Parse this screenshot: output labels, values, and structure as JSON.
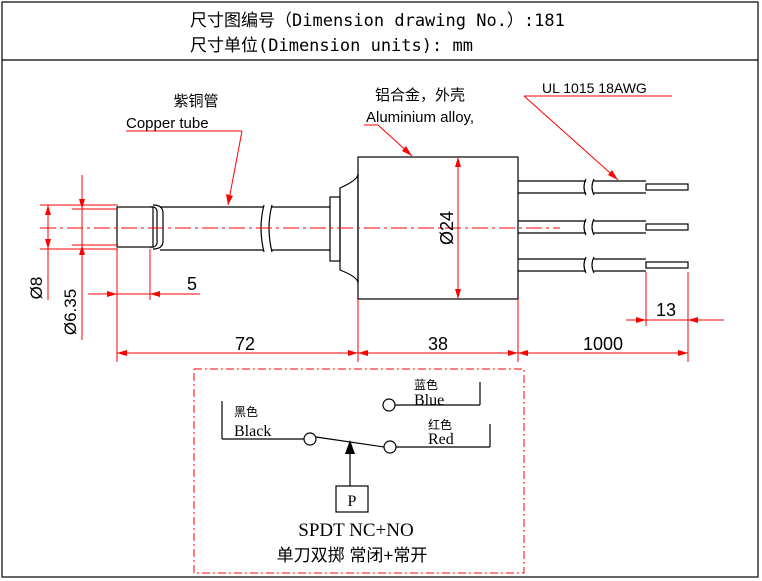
{
  "header": {
    "line1": "尺寸图编号（Dimension drawing No.）:181",
    "line2": "尺寸单位(Dimension units): mm"
  },
  "labels": {
    "copper_cn": "紫铜管",
    "copper_en": "Copper tube",
    "alloy_cn": "铝合金，外壳",
    "alloy_en": "Aluminium alloy,",
    "wire": "UL 1015 18AWG"
  },
  "dimensions": {
    "d8": "Ø8",
    "d635": "Ø6.35",
    "five": "5",
    "d24": "Ø24",
    "seventytwo": "72",
    "thirtyeight": "38",
    "thousand": "1000",
    "thirteen": "13"
  },
  "schematic": {
    "black_cn": "黑色",
    "black_en": "Black",
    "blue_cn": "蓝色",
    "blue_en": "Blue",
    "red_cn": "红色",
    "red_en": "Red",
    "p": "P",
    "title_en": "SPDT NC+NO",
    "title_cn": "单刀双掷 常闭+常开"
  },
  "colors": {
    "dimension": "#ff0000",
    "outline": "#000000"
  }
}
